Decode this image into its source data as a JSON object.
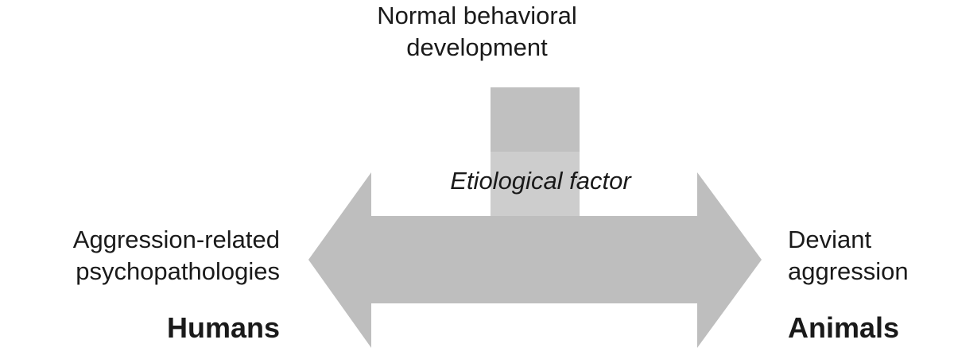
{
  "diagram": {
    "top_label": {
      "line1": "Normal behavioral",
      "line2": "development"
    },
    "center_label": "Etiological factor",
    "left": {
      "line1": "Aggression-related",
      "line2": "psychopathologies",
      "group": "Humans"
    },
    "right": {
      "line1": "Deviant",
      "line2": "aggression",
      "group": "Animals"
    },
    "colors": {
      "arrow": "#bebebe",
      "bar_top": "#c0c0c0",
      "bar_overlap": "#cdcdcd",
      "text": "#1a1a1a"
    }
  }
}
